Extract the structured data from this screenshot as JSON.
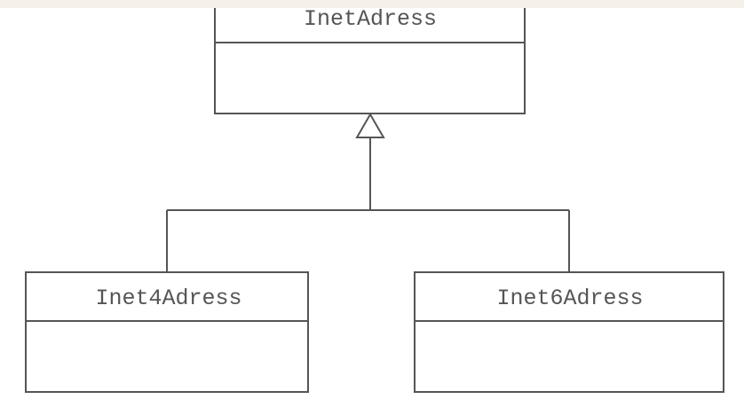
{
  "diagram": {
    "parent_class": {
      "name": "InetAdress"
    },
    "child_classes": [
      {
        "name": "Inet4Adress"
      },
      {
        "name": "Inet6Adress"
      }
    ]
  },
  "colors": {
    "line": "#555555",
    "text": "#555555",
    "background": "#ffffff",
    "top_strip": "#f5f1ea"
  }
}
